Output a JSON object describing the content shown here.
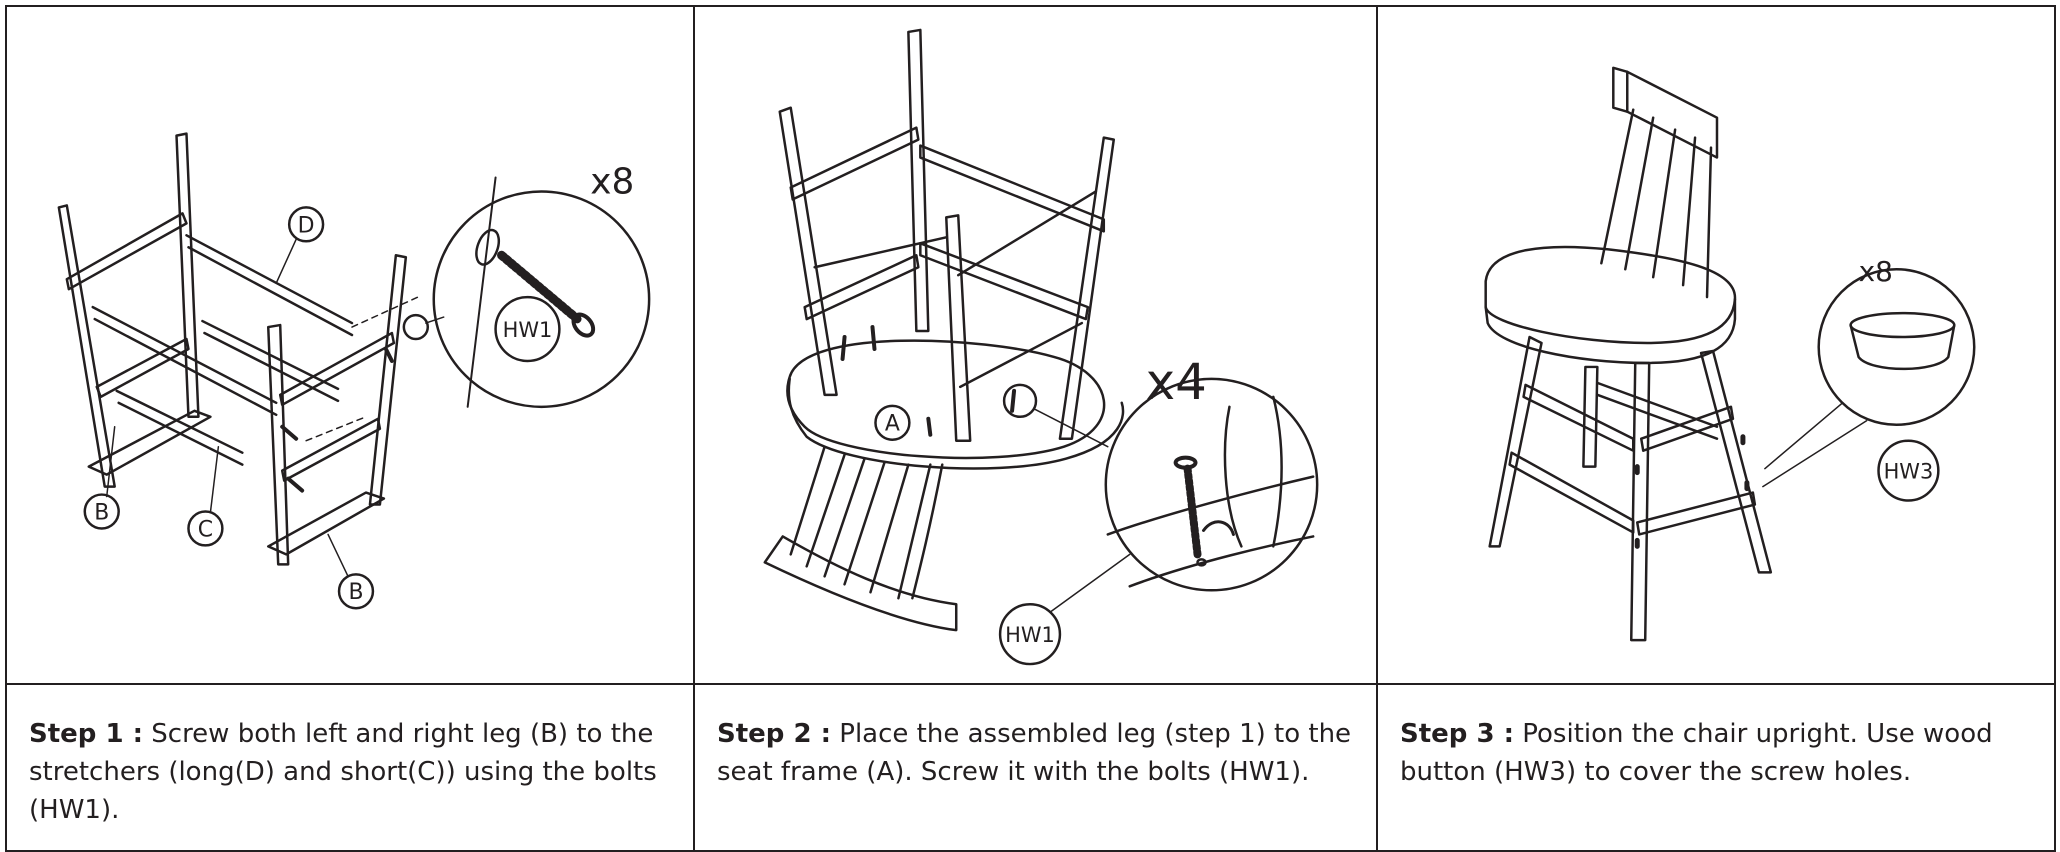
{
  "steps": [
    {
      "label": "Step 1 :",
      "text": " Screw both left and right leg (B) to the stretchers (long(D) and short(C)) using the bolts (HW1).",
      "callouts": {
        "d": "D",
        "b_left": "B",
        "c": "C",
        "b_right": "B",
        "hw": "HW1",
        "qty": "x8"
      }
    },
    {
      "label": "Step 2 :",
      "text": " Place the assembled leg (step 1) to the seat frame (A). Screw it with the bolts (HW1).",
      "callouts": {
        "a": "A",
        "hw": "HW1",
        "qty": "x4"
      }
    },
    {
      "label": "Step 3 :",
      "text": " Position the chair upright. Use wood button (HW3) to cover the screw holes.",
      "callouts": {
        "hw": "HW3",
        "qty": "x8"
      }
    }
  ]
}
